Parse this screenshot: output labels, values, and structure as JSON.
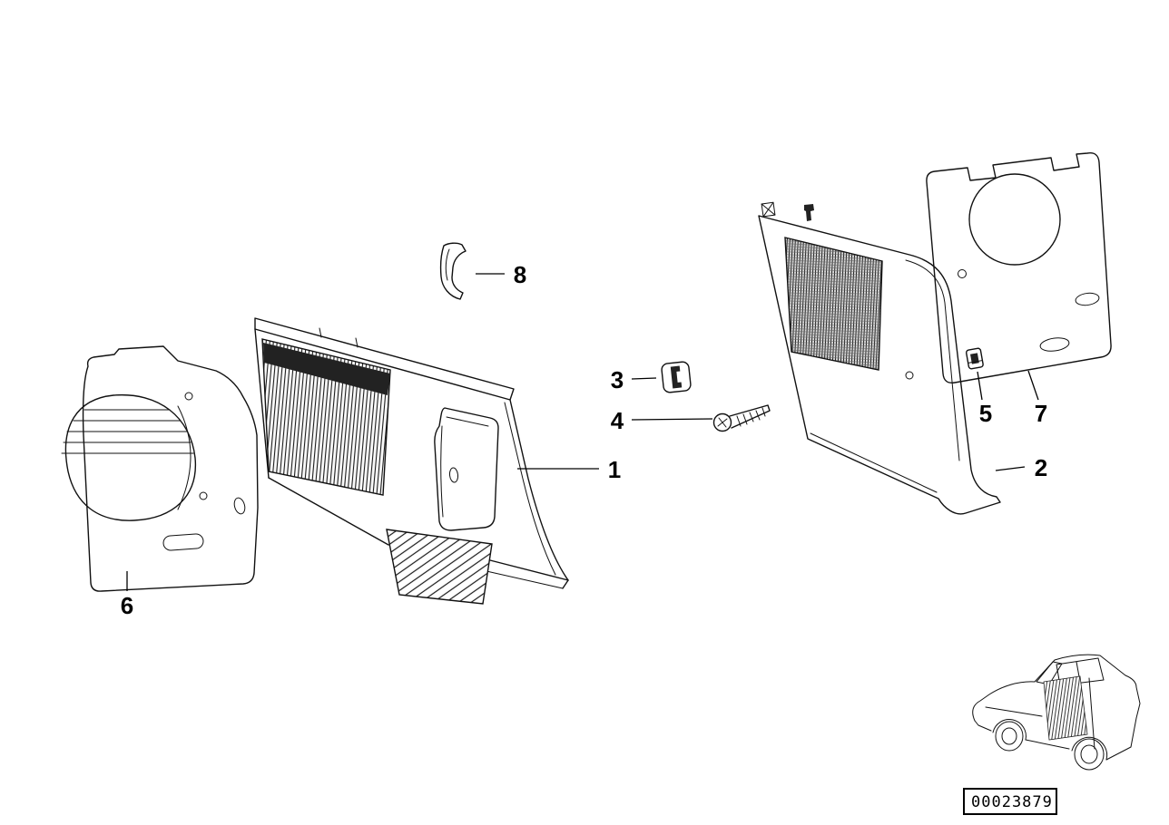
{
  "callouts": {
    "c1": "1",
    "c2": "2",
    "c3": "3",
    "c4": "4",
    "c5": "5",
    "c6": "6",
    "c7": "7",
    "c8": "8"
  },
  "stamp": {
    "number": "00023879"
  },
  "colors": {
    "line": "#111111",
    "background": "#ffffff",
    "grille_dark_band": "#222222"
  }
}
